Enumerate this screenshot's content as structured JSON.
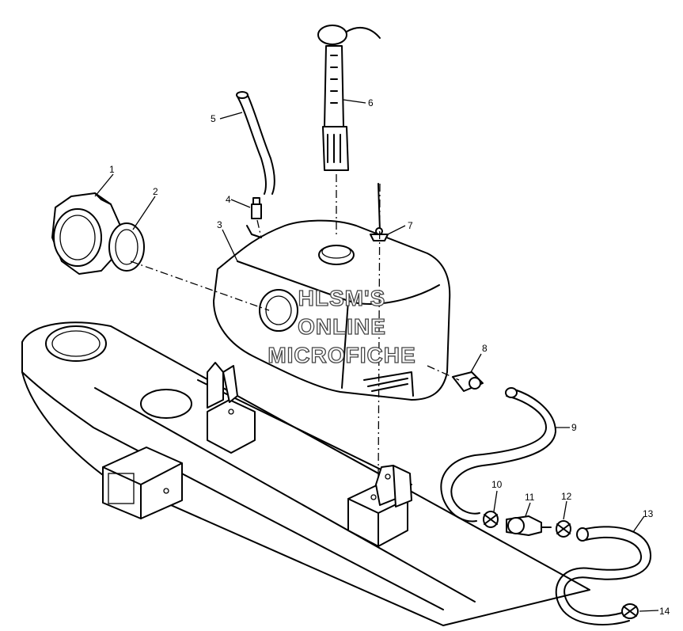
{
  "callouts": [
    "1",
    "2",
    "3",
    "4",
    "5",
    "6",
    "7",
    "8",
    "9",
    "10",
    "11",
    "12",
    "13",
    "14"
  ],
  "watermark": {
    "line1": "HLSM'S",
    "line2": "ONLINE",
    "line3": "MICROFICHE"
  }
}
